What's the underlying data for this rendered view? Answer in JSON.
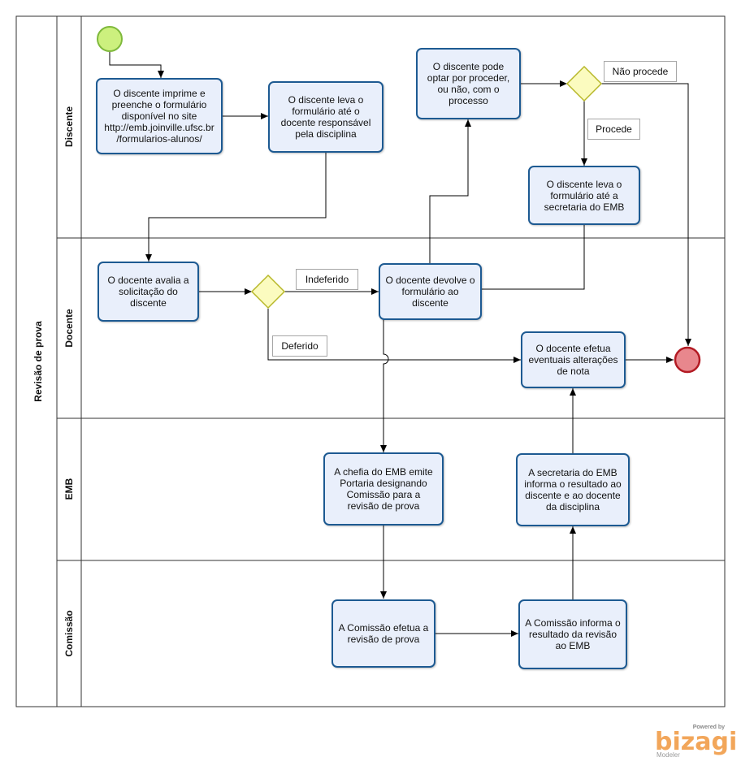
{
  "pool": {
    "title": "Revisão de prova"
  },
  "lanes": [
    {
      "id": "discente",
      "label": "Discente"
    },
    {
      "id": "docente",
      "label": "Docente"
    },
    {
      "id": "emb",
      "label": "EMB"
    },
    {
      "id": "comissao",
      "label": "Comissão"
    }
  ],
  "tasks": {
    "t1": "O discente imprime e preenche o formulário disponível no site http://emb.joinville.ufsc.br /formularios-alunos/",
    "t2": "O discente leva o formulário até o docente responsável pela disciplina",
    "t3": "O discente pode optar por proceder, ou não, com o processo",
    "t4": "O discente leva o formulário até a secretaria do EMB",
    "t5": "O docente avalia a solicitação do discente",
    "t6": "O docente devolve o formulário ao discente",
    "t7": "O docente efetua eventuais alterações de nota",
    "t8": "A chefia do EMB emite Portaria designando Comissão para a revisão de prova",
    "t9": "A secretaria do EMB informa o resultado ao discente e ao docente da disciplina",
    "t10": "A Comissão efetua a revisão de prova",
    "t11": "A Comissão informa o resultado da revisão ao EMB"
  },
  "flow_labels": {
    "nao_procede": "Não procede",
    "procede": "Procede",
    "indeferido": "Indeferido",
    "deferido": "Deferido"
  },
  "branding": {
    "powered": "Powered by",
    "logo": "bizagi",
    "modeler": "Modeler"
  },
  "colors": {
    "task_fill": "#e9effb",
    "task_border": "#1d5a92",
    "start_fill": "#ccf07e",
    "start_border": "#7fb93c",
    "end_fill": "#e8878d",
    "end_border": "#b31b24",
    "gateway_fill": "#fbfbbf",
    "gateway_border": "#b8b82a"
  }
}
